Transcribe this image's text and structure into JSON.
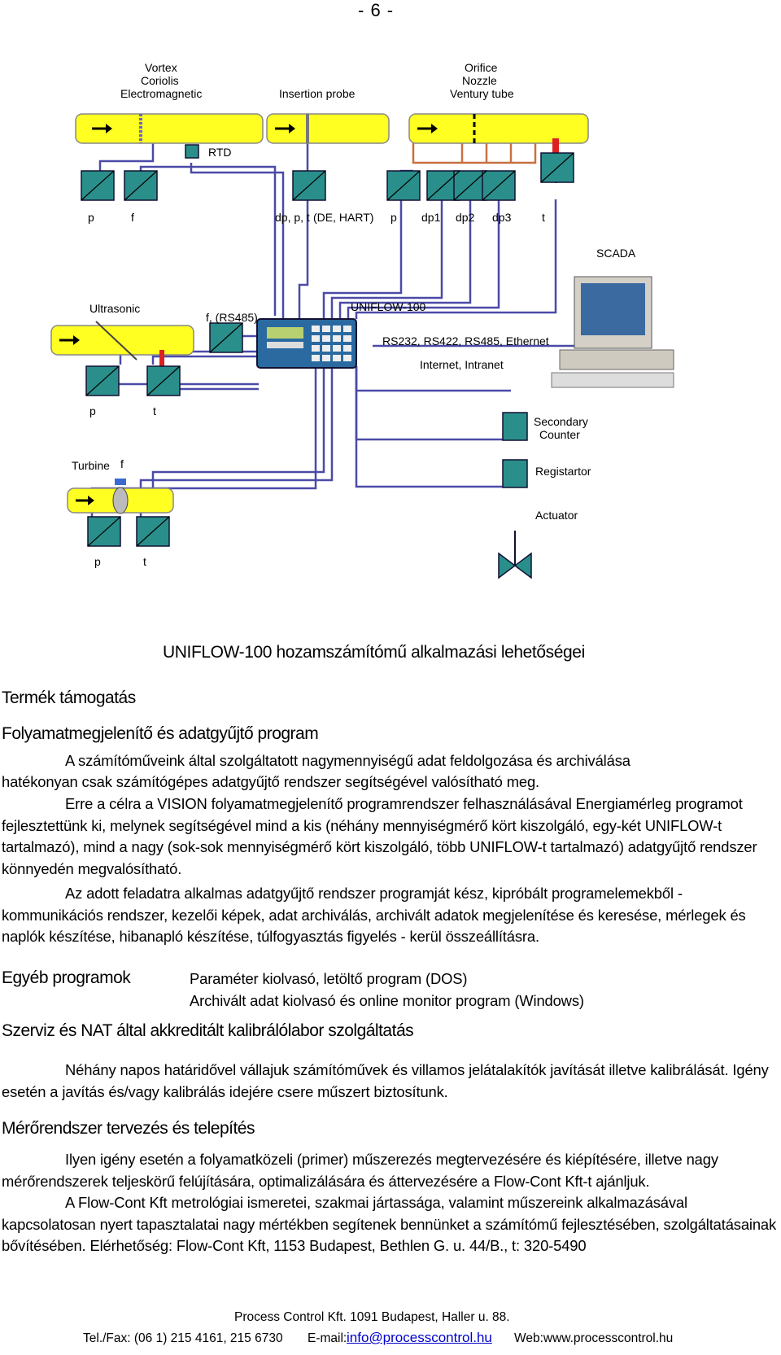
{
  "page_number": "- 6 -",
  "diagram": {
    "labels": {
      "vortex": "Vortex",
      "coriolis": "Coriolis",
      "electromagnetic": "Electromagnetic",
      "insertion_probe": "Insertion probe",
      "orifice": "Orifice",
      "nozzle": "Nozzle",
      "ventury": "Ventury tube",
      "rtd": "RTD",
      "p1": "p",
      "f1": "f",
      "dppt": "dp, p, t",
      "dehart": "(DE, HART)",
      "p2": "p",
      "dp1": "dp1",
      "dp2": "dp2",
      "dp3": "dp3",
      "t1": "t",
      "scada": "SCADA",
      "ultrasonic": "Ultrasonic",
      "frs485": "f, (RS485)",
      "uniflow": "UNIFLOW-100",
      "rs": "RS232, RS422, RS485, Ethernet",
      "internet": "Internet, Intranet",
      "p3": "p",
      "t2": "t",
      "secondary": "Secondary",
      "counter": "Counter",
      "registartor": "Registartor",
      "turbine": "Turbine",
      "f2": "f",
      "actuator": "Actuator",
      "p4": "p",
      "t3": "t"
    },
    "colors": {
      "pipe": "#ffff22",
      "box": "#2a8f8b",
      "wire": "#4a4aa8",
      "imp": "#c87040",
      "rod": "#dd2020"
    }
  },
  "caption": "UNIFLOW-100 hozamszámítómű alkalmazási lehetőségei",
  "section_support": "Termék támogatás",
  "section_program": "Folyamatmegjelenítő és adatgyűjtő program",
  "para1_line1": "A számítóműveink által szolgáltatott nagymennyiségű adat feldolgozása és archiválása",
  "para1_line2": "hatékonyan csak számítógépes adatgyűjtő rendszer segítségével valósítható meg.",
  "para2": "Erre a célra a VISION folyamatmegjelenítő programrendszer felhasználásával Energiamérleg programot fejlesztettünk ki, melynek segítségével mind a kis (néhány mennyiségmérő kört kiszolgáló, egy-két UNIFLOW-t tartalmazó), mind a nagy (sok-sok mennyiségmérő kört kiszolgáló, több UNIFLOW-t tartalmazó) adatgyűjtő rendszer könnyedén megvalósítható.",
  "para3": "Az adott feladatra alkalmas adatgyűjtő rendszer programját kész, kipróbált programelemekből - kommunikációs rendszer, kezelői képek, adat archiválás, archivált adatok megjelenítése és keresése, mérlegek és naplók készítése, hibanapló készítése, túlfogyasztás figyelés - kerül összeállításra.",
  "other_heading": "Egyéb programok",
  "other_items": [
    "Paraméter kiolvasó, letöltő program (DOS)",
    "Archivált adat kiolvasó és online monitor program (Windows)"
  ],
  "section_service": "Szerviz és NAT által akkreditált kalibrálólabor szolgáltatás",
  "service_para": "Néhány napos határidővel vállajuk számítóművek és villamos jelátalakítók javítását illetve kalibrálását. Igény esetén a javítás és/vagy kalibrálás idejére csere műszert biztosítunk.",
  "section_design": "Mérőrendszer tervezés és telepítés",
  "design_para1": "Ilyen igény esetén a folyamatközeli (primer) műszerezés megtervezésére és kiépítésére, illetve nagy mérőrendszerek teljeskörű felújítására, optimalizálására és áttervezésére a Flow-Cont Kft-t ajánljuk.",
  "design_para2": "A Flow-Cont Kft metrológiai ismeretei, szakmai jártassága, valamint műszereink alkalmazásával kapcsolatosan nyert tapasztalatai nagy mértékben segítenek bennünket a számítómű fejlesztésében, szolgáltatásainak bővítésében. Elérhetőség:  Flow-Cont Kft, 1153 Budapest, Bethlen G. u. 44/B., t: 320-5490",
  "footer": {
    "line1": "Process Control Kft.  1091 Budapest, Haller u. 88.",
    "tel": "Tel./Fax: (06 1) 215 4161, 215 6730",
    "email_label": "E-mail:",
    "email": "info@processcontrol.hu",
    "web": "Web:www.processcontrol.hu"
  }
}
